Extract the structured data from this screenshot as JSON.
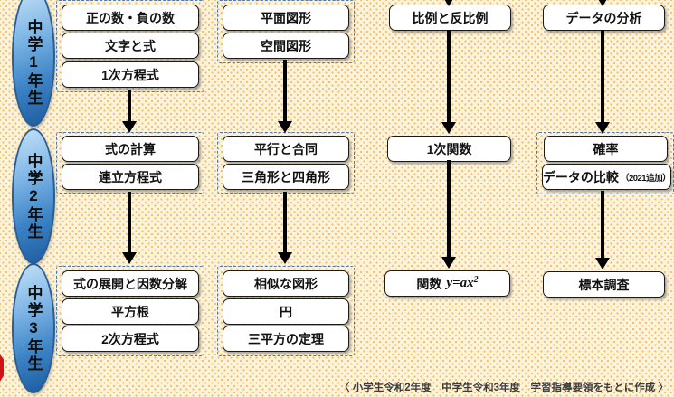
{
  "diagram": {
    "caption": "〈 小学生令和2年度　中学生令和3年度　学習指導要領をもとに作成 〉",
    "grades": [
      {
        "label": "中学1年生"
      },
      {
        "label": "中学2年生"
      },
      {
        "label": "中学3年生"
      }
    ],
    "units": {
      "g1c1": [
        "正の数・負の数",
        "文字と式",
        "1次方程式"
      ],
      "g1c2": [
        "平面図形",
        "空間図形"
      ],
      "g1c3": "比例と反比例",
      "g1c4": "データの分析",
      "g2c1": [
        "式の計算",
        "連立方程式"
      ],
      "g2c2": [
        "平行と合同",
        "三角形と四角形"
      ],
      "g2c3": "1次関数",
      "g2c4a": "確率",
      "g2c4b": "データの比較",
      "g2c4b_note": "（2021追加）",
      "g3c1": [
        "式の展開と因数分解",
        "平方根",
        "2次方程式"
      ],
      "g3c2": [
        "相似な図形",
        "円",
        "三平方の定理"
      ],
      "g3c3_label": "関数",
      "g3c3_formula": "y=ax",
      "g3c3_exponent": "2",
      "g3c4": "標本調査"
    },
    "colors": {
      "background": "#fcf3da",
      "dot_pattern": "#f0bd62",
      "oval_blue": "#2e75b6",
      "oval_border": "#2a5d93",
      "dashed_group_blue": "#4f79bd",
      "box_border": "#1a1a1a",
      "arrow_black": "#000000",
      "red_marker": "#cf1414"
    }
  }
}
